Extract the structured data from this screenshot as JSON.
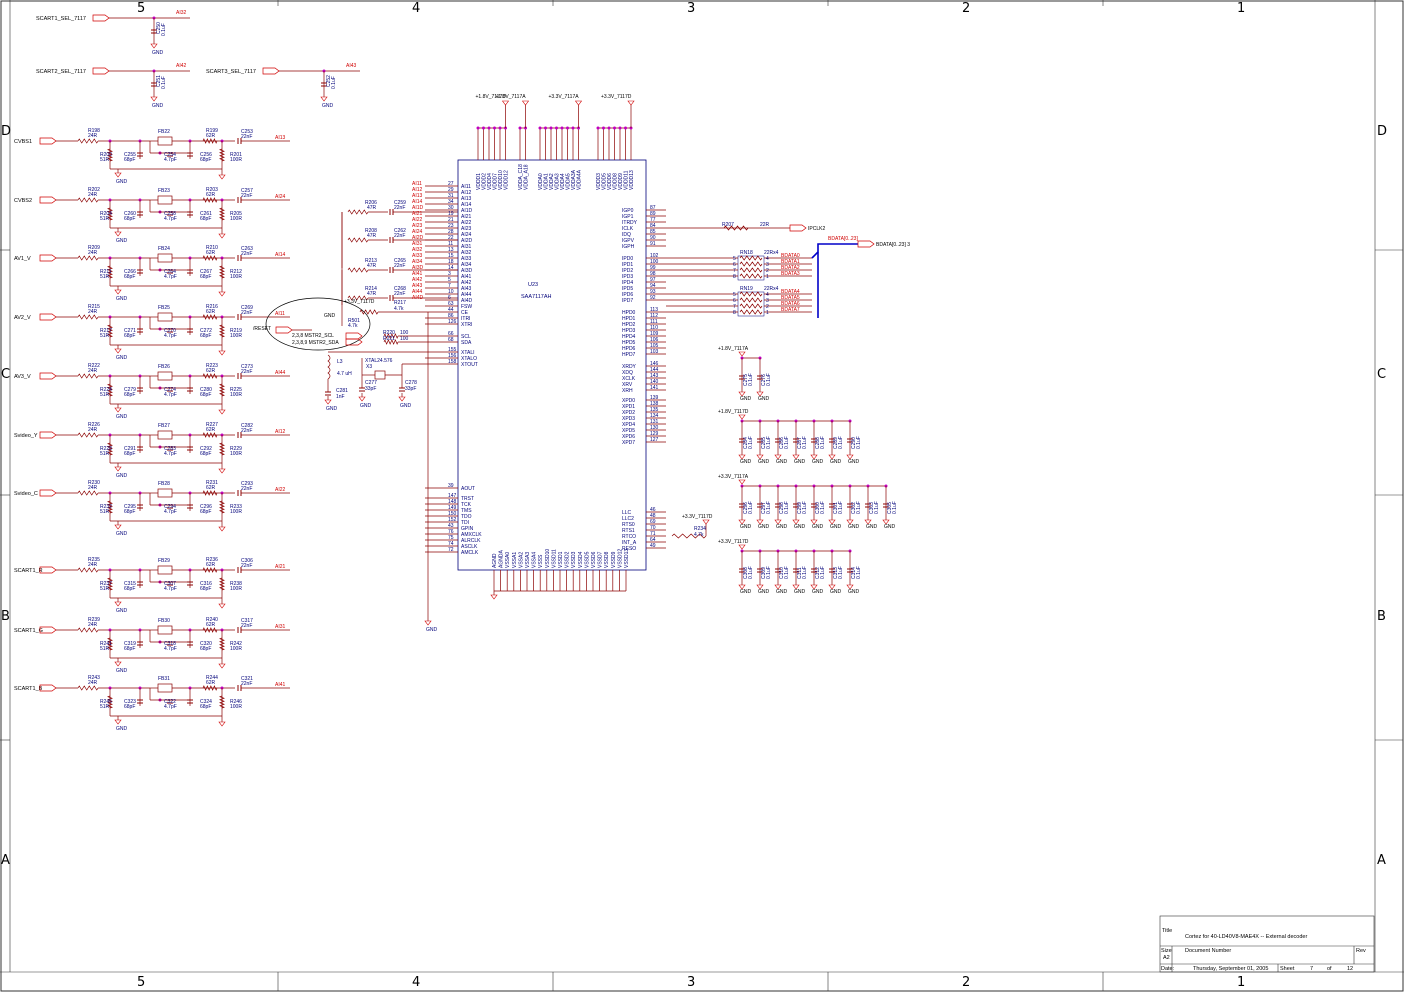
{
  "border": {
    "columns": [
      "5",
      "4",
      "3",
      "2",
      "1"
    ],
    "rows": [
      "D",
      "C",
      "B",
      "A"
    ]
  },
  "scart_sel": [
    {
      "net": "SCART1_SEL_7117",
      "cap": "C250",
      "value": "0.1uF",
      "ai": "AI32",
      "gnd": "GND"
    },
    {
      "net": "SCART2_SEL_7117",
      "cap": "C251",
      "value": "0.1uF",
      "ai": "AI42",
      "gnd": "GND"
    },
    {
      "net": "SCART3_SEL_7117",
      "cap": "C252",
      "value": "0.1uF",
      "ai": "AI43",
      "gnd": "GND"
    }
  ],
  "inputs": [
    {
      "net": "CVBS1",
      "rs": "R198",
      "rsv": "24R",
      "rt": "R200",
      "rtv": "51R",
      "c1": "C255",
      "c1v": "68pF",
      "fb": "FB22",
      "c2": "C254",
      "c2v": "4.7pF",
      "r3": "R199",
      "r3v": "62R",
      "c3": "C256",
      "c3v": "68pF",
      "r4": "R201",
      "r4v": "100R",
      "cc": "C253",
      "ccv": "22nF",
      "ai": "AI13"
    },
    {
      "net": "CVBS2",
      "rs": "R202",
      "rsv": "24R",
      "rt": "R204",
      "rtv": "51R",
      "c1": "C260",
      "c1v": "68pF",
      "fb": "FB23",
      "c2": "C258",
      "c2v": "4.7pF",
      "r3": "R203",
      "r3v": "62R",
      "c3": "C261",
      "c3v": "68pF",
      "r4": "R205",
      "r4v": "100R",
      "cc": "C257",
      "ccv": "22nF",
      "ai": "AI24"
    },
    {
      "net": "AV1_V",
      "rs": "R209",
      "rsv": "24R",
      "rt": "R211",
      "rtv": "51R",
      "c1": "C266",
      "c1v": "68pF",
      "fb": "FB24",
      "c2": "C264",
      "c2v": "4.7pF",
      "r3": "R210",
      "r3v": "62R",
      "c3": "C267",
      "c3v": "68pF",
      "r4": "R212",
      "r4v": "100R",
      "cc": "C263",
      "ccv": "22nF",
      "ai": "AI14"
    },
    {
      "net": "AV2_V",
      "rs": "R215",
      "rsv": "24R",
      "rt": "R217",
      "rtv": "51R",
      "c1": "C271",
      "c1v": "68pF",
      "fb": "FB25",
      "c2": "C270",
      "c2v": "4.7pF",
      "r3": "R216",
      "r3v": "62R",
      "c3": "C272",
      "c3v": "68pF",
      "r4": "R219",
      "r4v": "100R",
      "cc": "C269",
      "ccv": "22nF",
      "ai": "AI11"
    },
    {
      "net": "AV3_V",
      "rs": "R222",
      "rsv": "24R",
      "rt": "R224",
      "rtv": "51R",
      "c1": "C279",
      "c1v": "68pF",
      "fb": "FB26",
      "c2": "C274",
      "c2v": "4.7pF",
      "r3": "R223",
      "r3v": "62R",
      "c3": "C280",
      "c3v": "68pF",
      "r4": "R225",
      "r4v": "100R",
      "cc": "C273",
      "ccv": "22nF",
      "ai": "AI44"
    },
    {
      "net": "Svideo_Y",
      "rs": "R226",
      "rsv": "24R",
      "rt": "R228",
      "rtv": "51R",
      "c1": "C291",
      "c1v": "68pF",
      "fb": "FB27",
      "c2": "C283",
      "c2v": "4.7pF",
      "r3": "R227",
      "r3v": "62R",
      "c3": "C292",
      "c3v": "68pF",
      "r4": "R229",
      "r4v": "100R",
      "cc": "C282",
      "ccv": "22nF",
      "ai": "AI12"
    },
    {
      "net": "Svideo_C",
      "rs": "R230",
      "rsv": "24R",
      "rt": "R232",
      "rtv": "51R",
      "c1": "C295",
      "c1v": "68pF",
      "fb": "FB28",
      "c2": "C294",
      "c2v": "4.7pF",
      "r3": "R231",
      "r3v": "62R",
      "c3": "C296",
      "c3v": "68pF",
      "r4": "R233",
      "r4v": "100R",
      "cc": "C293",
      "ccv": "22nF",
      "ai": "AI22"
    },
    {
      "net": "SCART1_R",
      "rs": "R235",
      "rsv": "24R",
      "rt": "R237",
      "rtv": "51R",
      "c1": "C315",
      "c1v": "68pF",
      "fb": "FB29",
      "c2": "C307",
      "c2v": "4.7pF",
      "r3": "R236",
      "r3v": "62R",
      "c3": "C316",
      "c3v": "68pF",
      "r4": "R238",
      "r4v": "100R",
      "cc": "C306",
      "ccv": "22nF",
      "ai": "AI21"
    },
    {
      "net": "SCART1_G",
      "rs": "R239",
      "rsv": "24R",
      "rt": "R241",
      "rtv": "51R",
      "c1": "C319",
      "c1v": "68pF",
      "fb": "FB30",
      "c2": "C318",
      "c2v": "4.7pF",
      "r3": "R240",
      "r3v": "62R",
      "c3": "C320",
      "c3v": "68pF",
      "r4": "R242",
      "r4v": "100R",
      "cc": "C317",
      "ccv": "22nF",
      "ai": "AI31"
    },
    {
      "net": "SCART1_B",
      "rs": "R243",
      "rsv": "24R",
      "rt": "R245",
      "rtv": "51R",
      "c1": "C323",
      "c1v": "68pF",
      "fb": "FB31",
      "c2": "C322",
      "c2v": "4.7pF",
      "r3": "R244",
      "r3v": "62R",
      "c3": "C324",
      "c3v": "68pF",
      "r4": "R246",
      "r4v": "100R",
      "cc": "C321",
      "ccv": "22nF",
      "ai": "AI41"
    }
  ],
  "agnd_rc": [
    {
      "r": "R206",
      "rv": "47R",
      "c": "C259",
      "cv": "22nF"
    },
    {
      "r": "R208",
      "rv": "47R",
      "c": "C262",
      "cv": "22nF"
    },
    {
      "r": "R213",
      "rv": "47R",
      "c": "C265",
      "cv": "22nF"
    },
    {
      "r": "R214",
      "rv": "47R",
      "c": "C268",
      "cv": "22nF"
    }
  ],
  "ai_nets": [
    "AI11",
    "AI12",
    "AI13",
    "AI14",
    "AI21",
    "AI22",
    "AI23",
    "AI24",
    "AI31",
    "AI32",
    "AI33",
    "AI34",
    "AI41",
    "AI42",
    "AI43",
    "AI44"
  ],
  "ic": {
    "ref": "U23",
    "part": "SAA7117AH",
    "left_pins": [
      {
        "n": "27",
        "name": "AI11"
      },
      {
        "n": "29",
        "name": "AI12"
      },
      {
        "n": "31",
        "name": "AI13"
      },
      {
        "n": "34",
        "name": "AI14"
      },
      {
        "n": "30",
        "name": "AI1D"
      },
      {
        "n": "19",
        "name": "AI21"
      },
      {
        "n": "21",
        "name": "AI22"
      },
      {
        "n": "23",
        "name": "AI23"
      },
      {
        "n": "28",
        "name": "AI24"
      },
      {
        "n": "22",
        "name": "AI2D"
      },
      {
        "n": "11",
        "name": "AI31"
      },
      {
        "n": "13",
        "name": "AI32"
      },
      {
        "n": "15",
        "name": "AI33"
      },
      {
        "n": "18",
        "name": "AI34"
      },
      {
        "n": "14",
        "name": "AI3D"
      },
      {
        "n": "3",
        "name": "AI41"
      },
      {
        "n": "5",
        "name": "AI42"
      },
      {
        "n": "7",
        "name": "AI43"
      },
      {
        "n": "10",
        "name": "AI44"
      },
      {
        "n": "6",
        "name": "AI4D"
      },
      {
        "n": "63",
        "name": "FSW"
      },
      {
        "n": "44",
        "name": "CE"
      },
      {
        "n": "86",
        "name": "ITRI"
      },
      {
        "n": "126",
        "name": "XTRI"
      },
      {
        "n": "66",
        "name": "SCL"
      },
      {
        "n": "68",
        "name": "SDA"
      },
      {
        "n": "155",
        "name": "XTALI"
      },
      {
        "n": "156",
        "name": "XTALO"
      },
      {
        "n": "158",
        "name": "XTOUT"
      },
      {
        "n": "39",
        "name": "AOUT"
      },
      {
        "n": "147",
        "name": "TRST"
      },
      {
        "n": "148",
        "name": "TCK"
      },
      {
        "n": "149",
        "name": "TMS"
      },
      {
        "n": "150",
        "name": "TDO"
      },
      {
        "n": "152",
        "name": "TDI"
      },
      {
        "n": "43",
        "name": "GPIN"
      },
      {
        "n": "76",
        "name": "AMXCLK"
      },
      {
        "n": "75",
        "name": "ALRCLK"
      },
      {
        "n": "74",
        "name": "ASCLK"
      },
      {
        "n": "72",
        "name": "AMCLK"
      }
    ],
    "right_pins": [
      {
        "n": "87",
        "name": "IGP0"
      },
      {
        "n": "89",
        "name": "IGP1"
      },
      {
        "n": "77",
        "name": "ITRDY"
      },
      {
        "n": "84",
        "name": "ICLK"
      },
      {
        "n": "85",
        "name": "IDQ"
      },
      {
        "n": "90",
        "name": "IGPV"
      },
      {
        "n": "91",
        "name": "IGPH"
      },
      {
        "n": "102",
        "name": "IPD0"
      },
      {
        "n": "100",
        "name": "IPD1"
      },
      {
        "n": "99",
        "name": "IPD2"
      },
      {
        "n": "98",
        "name": "IPD3"
      },
      {
        "n": "97",
        "name": "IPD4"
      },
      {
        "n": "94",
        "name": "IPD5"
      },
      {
        "n": "93",
        "name": "IPD6"
      },
      {
        "n": "92",
        "name": "IPD7"
      },
      {
        "n": "113",
        "name": "HPD0"
      },
      {
        "n": "112",
        "name": "HPD1"
      },
      {
        "n": "111",
        "name": "HPD2"
      },
      {
        "n": "110",
        "name": "HPD3"
      },
      {
        "n": "109",
        "name": "HPD4"
      },
      {
        "n": "106",
        "name": "HPD5"
      },
      {
        "n": "105",
        "name": "HPD6"
      },
      {
        "n": "103",
        "name": "HPD7"
      },
      {
        "n": "146",
        "name": "XRDY"
      },
      {
        "n": "144",
        "name": "XDQ"
      },
      {
        "n": "143",
        "name": "XCLK"
      },
      {
        "n": "140",
        "name": "XRV"
      },
      {
        "n": "141",
        "name": "XRH"
      },
      {
        "n": "139",
        "name": "XPD0"
      },
      {
        "n": "138",
        "name": "XPD1"
      },
      {
        "n": "135",
        "name": "XPD2"
      },
      {
        "n": "134",
        "name": "XPD3"
      },
      {
        "n": "131",
        "name": "XPD4"
      },
      {
        "n": "130",
        "name": "XPD5"
      },
      {
        "n": "129",
        "name": "XPD6"
      },
      {
        "n": "127",
        "name": "XPD7"
      },
      {
        "n": "46",
        "name": "LLC"
      },
      {
        "n": "48",
        "name": "LLC2"
      },
      {
        "n": "69",
        "name": "RTS0"
      },
      {
        "n": "70",
        "name": "RTS1"
      },
      {
        "n": "71",
        "name": "RTCO"
      },
      {
        "n": "64",
        "name": "INT_A"
      },
      {
        "n": "49",
        "name": "RESO"
      }
    ],
    "top_groups": [
      {
        "rail": "+1.8V_7117D",
        "pins": [
          "VDDD1",
          "VDDD2",
          "VDDD4",
          "VDDD7",
          "VDDD10",
          "VDDD12"
        ]
      },
      {
        "rail": "+1.8V_7117A",
        "pins": [
          "VDDA_C18",
          "VDDA_A18"
        ]
      },
      {
        "rail": "+3.3V_7117A",
        "pins": [
          "VDDA0",
          "VDDA1",
          "VDDA2",
          "VDDA3",
          "VDDA4",
          "VDDA5",
          "VDDA3A",
          "VDDA4A"
        ]
      },
      {
        "rail": "+3.3V_7117D",
        "pins": [
          "VDDD3",
          "VDDD5",
          "VDDD6",
          "VDDD8",
          "VDDD9",
          "VDDD11",
          "VDDD13"
        ]
      }
    ],
    "bottom_pins": [
      "AGND",
      "AGNDA",
      "VSSA0",
      "VSSA1",
      "VSSA2",
      "VSSA3",
      "VSSA4",
      "VSSS",
      "VSSD10",
      "VSSD11",
      "VSSD1",
      "VSSD2",
      "VSSD3",
      "VSSD4",
      "VSSD5",
      "VSSD6",
      "VSSD7",
      "VSSD8",
      "VSSD9",
      "VSSD12",
      "VSSD13"
    ]
  },
  "misc": {
    "gnd": "GND",
    "reset_net": "/RESET",
    "r501": "R501",
    "r501v": "4.7k",
    "rail_33_7117d": "+3.3V_7117D",
    "r217": "R217",
    "r217v": "4.7k",
    "scl_net": "2,3,8  MSTR2_SCL",
    "sda_net": "2,3,8,9  MSTR2_SDA",
    "r220": "R220",
    "r220v": "100",
    "r221": "R221",
    "r221v": "100",
    "l3": "L3",
    "l3v": "4.7 uH",
    "c281": "C281",
    "c281v": "1nF",
    "xtal": "XTAL24.576",
    "x3": "X3",
    "c277": "C277",
    "c277v": "33pF",
    "c278": "C278",
    "c278v": "33pF",
    "r207": "R207",
    "r207v": "22R",
    "ipclk": "IPCLK2",
    "rn18": "RN18",
    "rn18v": "22Rx4",
    "rn19": "RN19",
    "rn19v": "22Rx4",
    "bdata_bus": "BDATA[0..23]",
    "bdata_port": "BDATA[0..23]  3",
    "bdata_a": [
      "BDATA0",
      "BDATA1",
      "BDATA2",
      "BDATA3"
    ],
    "bdata_b": [
      "BDATA4",
      "BDATA5",
      "BDATA6",
      "BDATA7"
    ],
    "r234": "R234",
    "r234v": "4.7k"
  },
  "decoupling": [
    {
      "rail": "+1.8V_7117A",
      "caps": [
        "C275",
        "C276"
      ]
    },
    {
      "rail": "+1.8V_7117D",
      "caps": [
        "C284",
        "C285",
        "C286",
        "C287",
        "C288",
        "C289",
        "C290"
      ]
    },
    {
      "rail": "+3.3V_7117A",
      "caps": [
        "C296",
        "C297",
        "C298",
        "C299",
        "C300",
        "C301",
        "C302",
        "C303",
        "C305"
      ]
    },
    {
      "rail": "+3.3V_7117D",
      "caps": [
        "C308",
        "C309",
        "C310",
        "C311",
        "C312",
        "C313",
        "C314"
      ]
    }
  ],
  "decoupling_value": "0.1uF",
  "title_block": {
    "title_label": "Title",
    "title": "Cortez for 40-LD40V8-MAE4X -- External decoder",
    "size_label": "Size",
    "size": "A2",
    "docnum_label": "Document Number",
    "rev_label": "Rev",
    "date_label": "Date:",
    "date": "Thursday, September 01, 2005",
    "sheet_label": "Sheet",
    "sheet": "7",
    "of_label": "of",
    "of": "12"
  },
  "colors": {
    "wire": "#8b0000",
    "junction": "#c000c0",
    "text": "#00007a",
    "net_red": "#d00000",
    "bus": "#0000c8",
    "border": "#333333"
  }
}
